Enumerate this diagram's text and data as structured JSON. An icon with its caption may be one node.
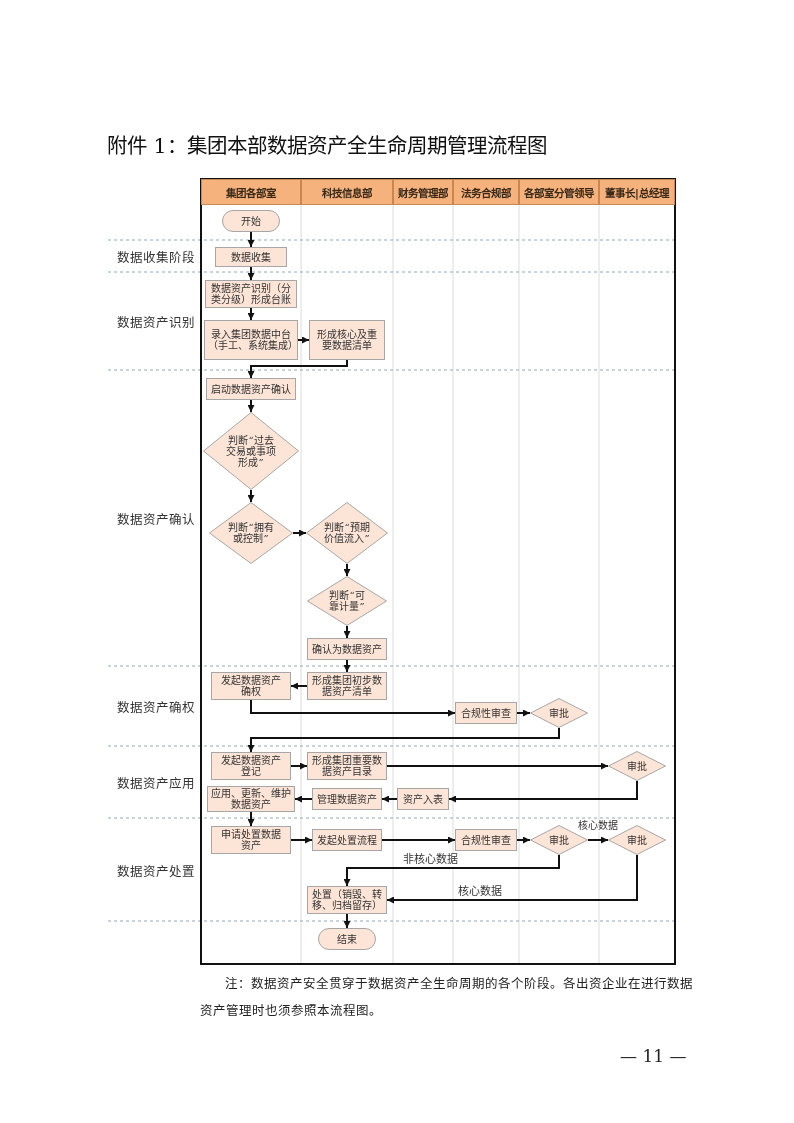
{
  "diagram": {
    "title": "附件 1：集团本部数据资产全生命周期管理流程图",
    "caption": "注：数据资产安全贯穿于数据资产全生命周期的各个阶段。各出资企业在进行数据资产管理时也须参照本流程图。",
    "nodes": [
      {
        "text": [
          "开始"
        ]
      },
      {
        "text": [
          "数据收集"
        ]
      },
      {
        "text": [
          "数据资产识别（分类分级）形成台账"
        ]
      },
      {
        "text": [
          "录入集团数据中台（手工、系统集成）"
        ]
      },
      {
        "text": [
          "形成核心及重要数据清单"
        ]
      },
      {
        "text": [
          "启动数据资产确认"
        ]
      },
      {
        "text": [
          "判断“过去交易或事项形成”"
        ]
      },
      {
        "text": [
          "判断“拥有或控制”"
        ]
      },
      {
        "text": [
          "判断“预期价值流入”"
        ]
      },
      {
        "text": [
          "判断“可靠计量”"
        ]
      },
      {
        "text": [
          "确认为数据资产"
        ]
      },
      {
        "text": [
          "发起数据资产确权"
        ]
      },
      {
        "text": [
          "形成集团初步数据资产清单"
        ]
      },
      {
        "text": [
          "合规性审查"
        ]
      },
      {
        "text": [
          "审批"
        ]
      },
      {
        "text": [
          "发起数据资产登记"
        ]
      },
      {
        "text": [
          "形成集团重要数据资产目录"
        ]
      },
      {
        "text": [
          "审批"
        ]
      },
      {
        "text": [
          "应用、更新、维护数据资产"
        ]
      },
      {
        "text": [
          "管理数据资产"
        ]
      },
      {
        "text": [
          "资产入表"
        ]
      },
      {
        "text": [
          "申请处置数据资产"
        ]
      },
      {
        "text": [
          "发起处置流程"
        ]
      },
      {
        "text": [
          "合规性审查"
        ]
      },
      {
        "text": [
          "审批"
        ]
      },
      {
        "text": [
          "审批"
        ]
      },
      {
        "text": [
          "处置（销毁、转移、归档留存）"
        ]
      },
      {
        "text": [
          "结束"
        ]
      }
    ],
    "edges": [
      {
        "from": 0,
        "to": 1,
        "arrow": "to"
      },
      {
        "from": 1,
        "to": 2,
        "arrow": "to"
      },
      {
        "from": 2,
        "to": 3,
        "arrow": "to"
      },
      {
        "from": 3,
        "to": 4,
        "arrow": "to"
      },
      {
        "from": 4,
        "to": 5,
        "arrow": "to"
      },
      {
        "from": 5,
        "to": 6,
        "arrow": "to"
      },
      {
        "from": 6,
        "to": 7,
        "arrow": "to"
      },
      {
        "from": 7,
        "to": 8,
        "arrow": "to"
      },
      {
        "from": 8,
        "to": 9,
        "arrow": "to"
      },
      {
        "from": 9,
        "to": 10,
        "arrow": "to"
      },
      {
        "from": 10,
        "to": 12,
        "arrow": "to"
      },
      {
        "from": 12,
        "to": 11,
        "arrow": "to"
      },
      {
        "from": 11,
        "to": 13,
        "arrow": "to"
      },
      {
        "from": 13,
        "to": 14,
        "arrow": "to"
      },
      {
        "from": 14,
        "to": 15,
        "arrow": "to"
      },
      {
        "from": 15,
        "to": 16,
        "arrow": "to"
      },
      {
        "from": 16,
        "to": 17,
        "arrow": "to"
      },
      {
        "from": 17,
        "to": 20,
        "arrow": "to"
      },
      {
        "from": 20,
        "to": 19,
        "arrow": "to"
      },
      {
        "from": 19,
        "to": 18,
        "arrow": "to"
      },
      {
        "from": 18,
        "to": 21,
        "arrow": "to"
      },
      {
        "from": 21,
        "to": 22,
        "arrow": "to"
      },
      {
        "from": 22,
        "to": 23,
        "arrow": "to"
      },
      {
        "from": 23,
        "to": 24,
        "arrow": "to"
      },
      {
        "from": 24,
        "to": 25,
        "arrow": "to",
        "label": "核心数据"
      },
      {
        "from": 24,
        "to": 26,
        "arrow": "to",
        "label": "非核心数据"
      },
      {
        "from": 25,
        "to": 26,
        "arrow": "to",
        "label": "核心数据"
      },
      {
        "from": 26,
        "to": 27,
        "arrow": "to"
      }
    ],
    "labels": [
      "集团各部室",
      "科技信息部",
      "财务管理部",
      "法务合规部",
      "各部室分管领导",
      "董事长|总经理",
      "数据收集阶段",
      "数据资产识别",
      "数据资产确认",
      "数据资产确权",
      "数据资产应用",
      "数据资产处置",
      "— 11 —"
    ]
  }
}
